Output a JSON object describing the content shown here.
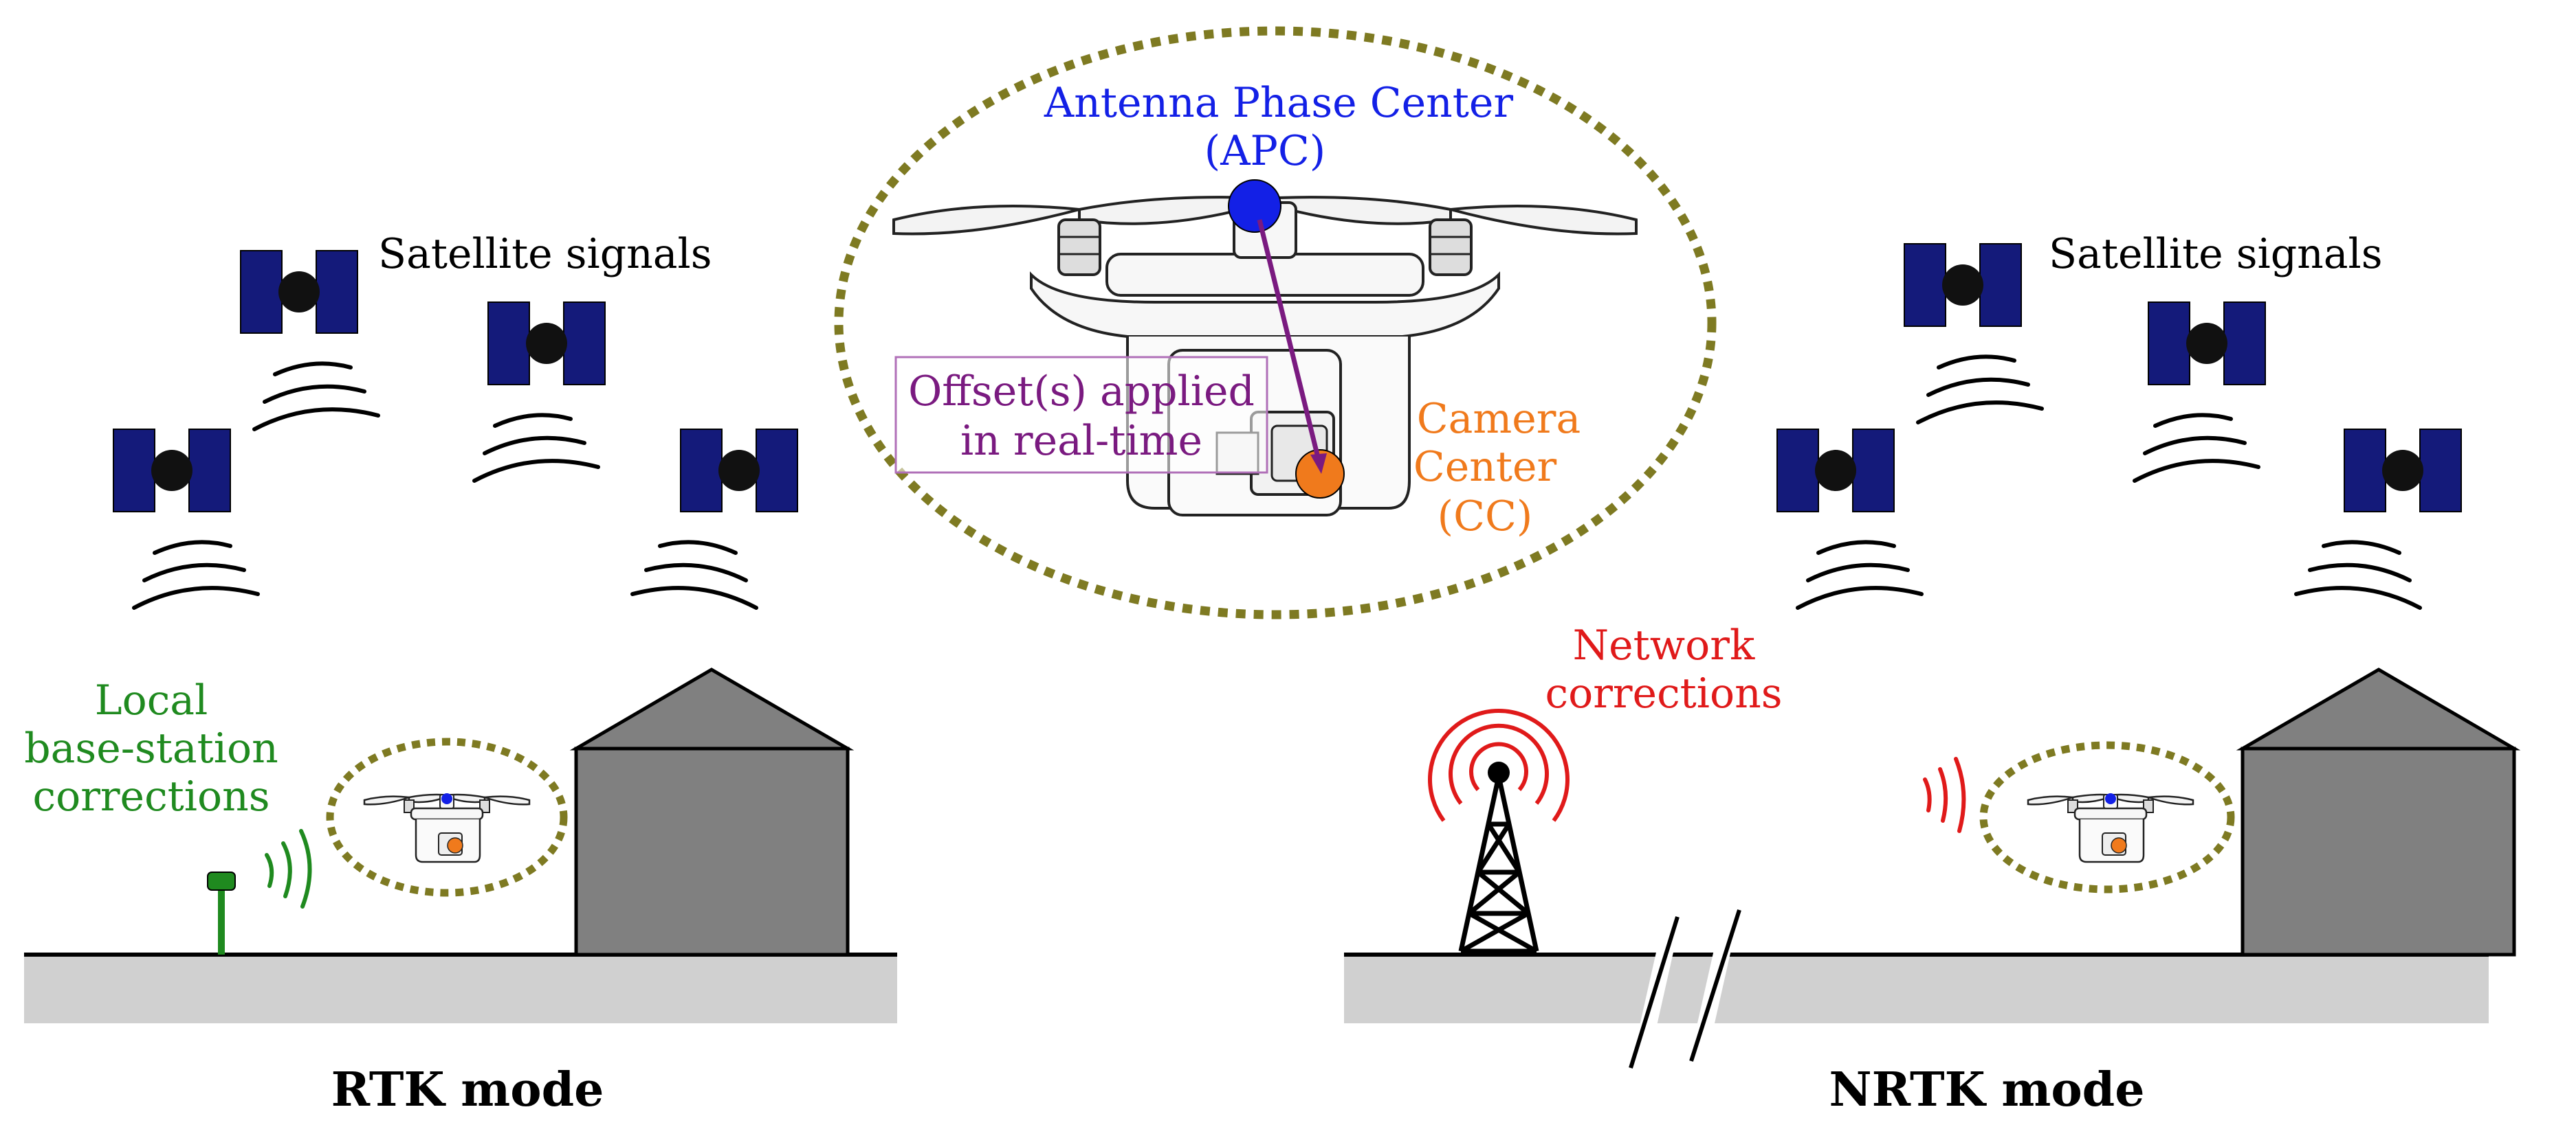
{
  "colors": {
    "satellite_panel": "#141a7a",
    "satellite_body": "#111111",
    "ground": "#d0d0d0",
    "building": "#808080",
    "ellipse_dotted": "#7e7a22",
    "apc": "#1320e6",
    "camera_center": "#f07a1c",
    "offset": "#7a1a80",
    "local_corrections": "#1f8a1f",
    "network_corrections": "#e01a1a"
  },
  "zoom": {
    "apc_label_line1": "Antenna Phase Center",
    "apc_label_line2": "(APC)",
    "cc_label_line1": "Camera",
    "cc_label_line2": "Center",
    "cc_label_line3": "(CC)",
    "offset_label_line1": "Offset(s) applied",
    "offset_label_line2": "in real-time"
  },
  "rtk": {
    "satellites_label": "Satellite signals",
    "corrections_line1": "Local",
    "corrections_line2": "base-station",
    "corrections_line3": "corrections",
    "mode_label": "RTK mode"
  },
  "nrtk": {
    "satellites_label": "Satellite signals",
    "corrections_line1": "Network",
    "corrections_line2": "corrections",
    "mode_label": "NRTK mode"
  }
}
